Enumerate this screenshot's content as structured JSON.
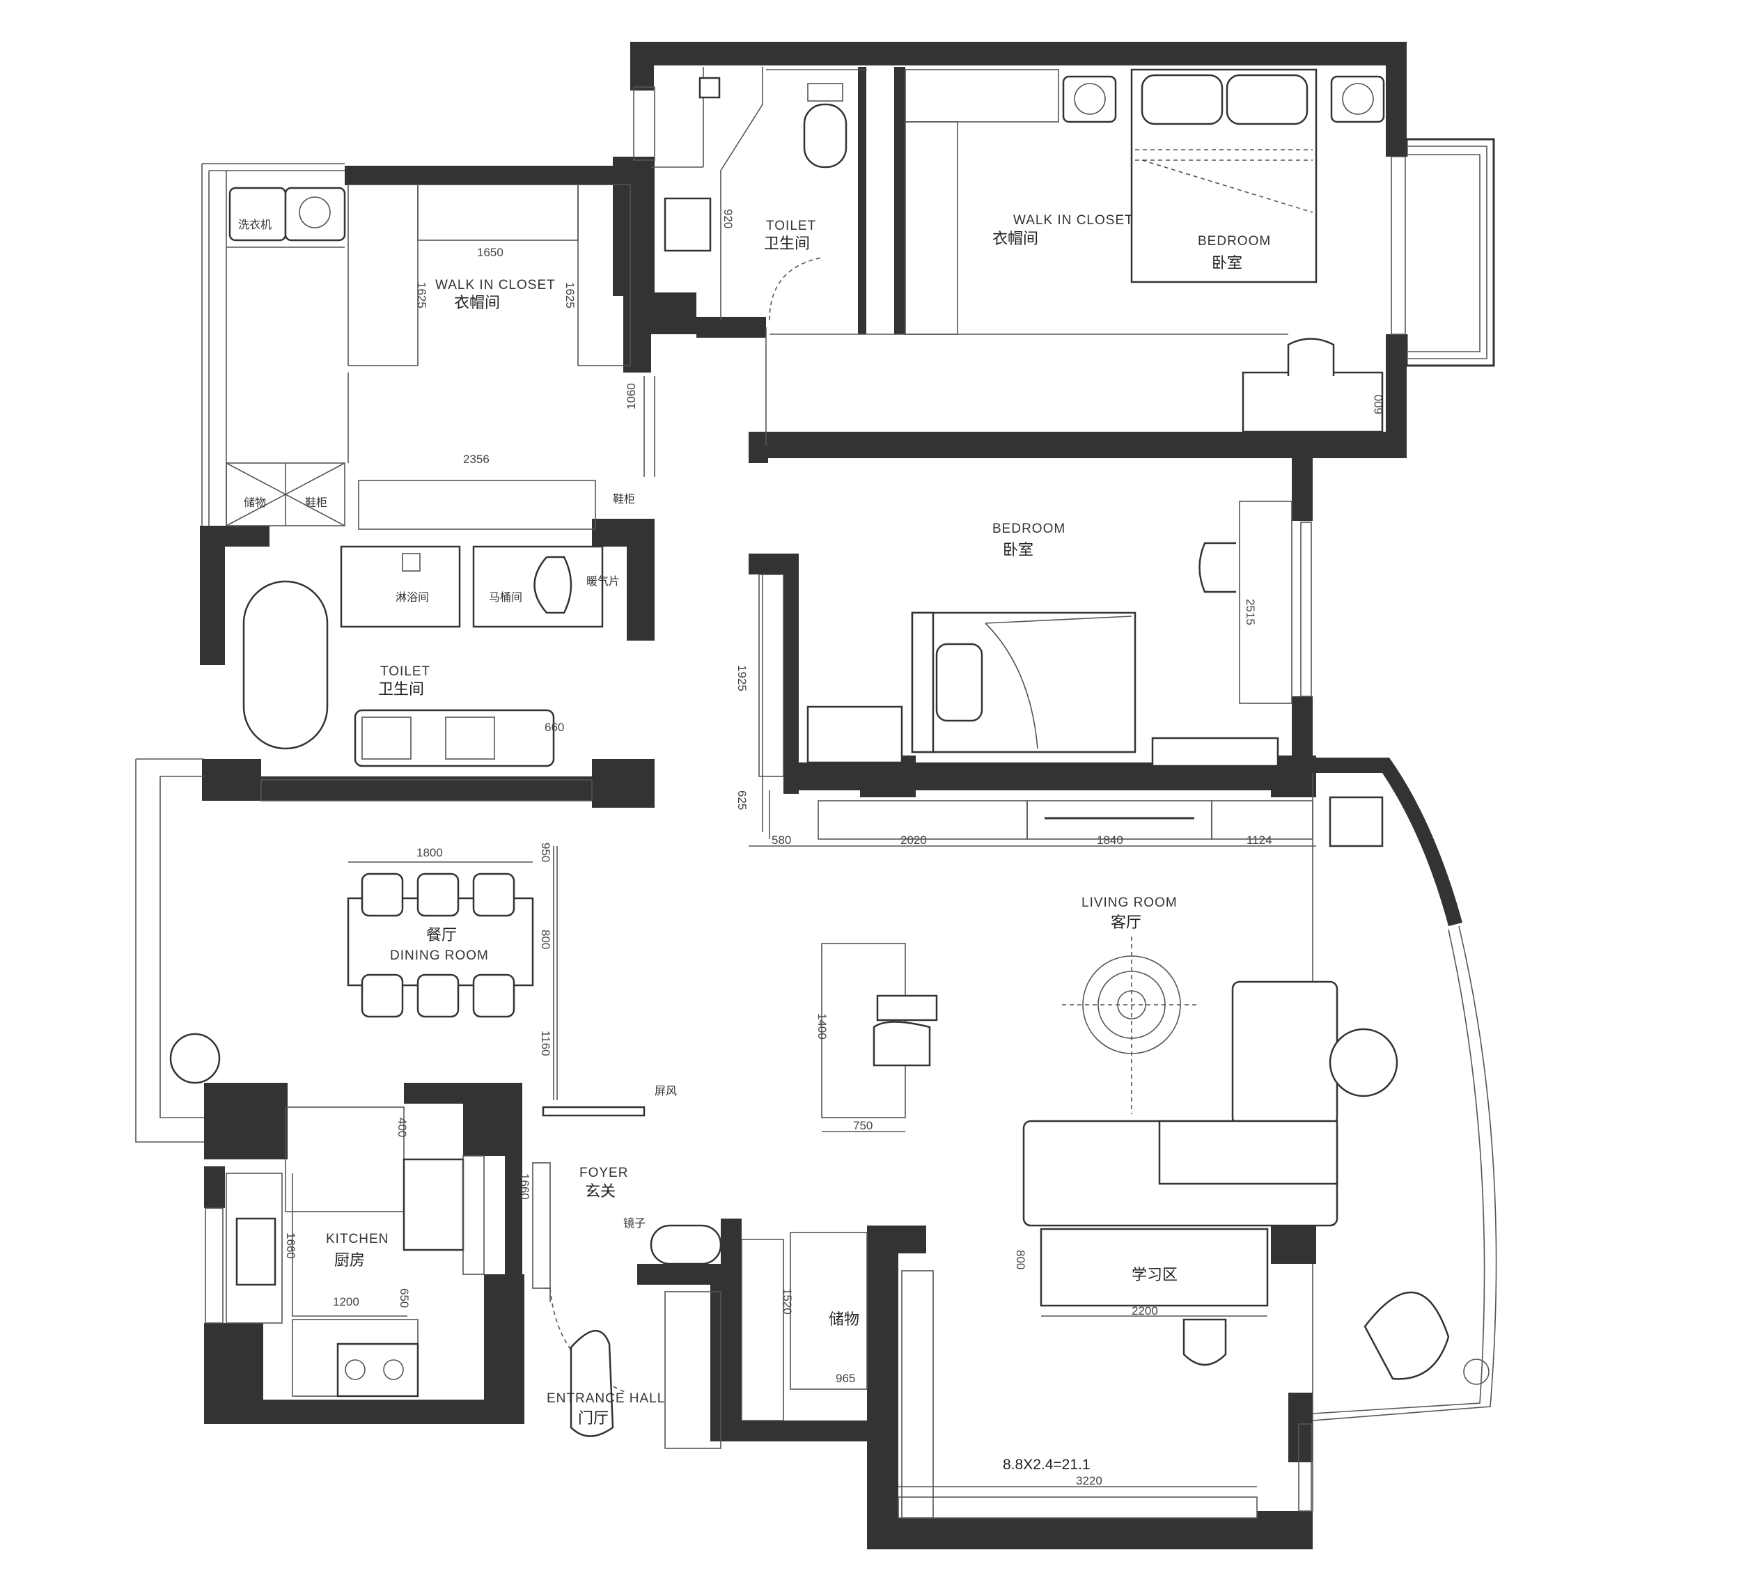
{
  "rooms": {
    "master_closet": {
      "en": "WALK IN CLOSET",
      "cn": "衣帽间"
    },
    "master_toilet": {
      "en": "TOILET",
      "cn": "卫生间"
    },
    "master_bedroom": {
      "en": "BEDROOM",
      "cn": "卧室"
    },
    "left_closet": {
      "en": "WALK IN CLOSET",
      "cn": "衣帽间"
    },
    "left_toilet": {
      "en": "TOILET",
      "cn": "卫生间"
    },
    "second_bedroom": {
      "en": "BEDROOM",
      "cn": "卧室"
    },
    "dining": {
      "en": "DINING  ROOM",
      "cn": "餐厅"
    },
    "living": {
      "en": "LIVING ROOM",
      "cn": "客厅"
    },
    "kitchen": {
      "en": "KITCHEN",
      "cn": "厨房"
    },
    "foyer": {
      "en": "FOYER",
      "cn": "玄关"
    },
    "entrance": {
      "en": "ENTRANCE HALL",
      "cn": "门厅"
    },
    "storage_room": {
      "cn": "储物"
    },
    "study": {
      "cn": "学习区"
    }
  },
  "labels": {
    "washer": "洗衣机",
    "storage": "储物",
    "shoe_cabinet_1": "鞋柜",
    "shoe_cabinet_2": "鞋柜",
    "shower": "淋浴间",
    "wc": "马桶间",
    "radiator": "暖气片",
    "screen": "屏风",
    "mirror": "镜子"
  },
  "dimensions": {
    "d1650": "1650",
    "d1625a": "1625",
    "d1625b": "1625",
    "d920": "920",
    "d1060": "1060",
    "d2356": "2356",
    "d600": "600",
    "d2515": "2515",
    "d1925": "1925",
    "d625": "625",
    "d660": "660",
    "d580": "580",
    "d2020": "2020",
    "d1840": "1840",
    "d1124": "1124",
    "d1800": "1800",
    "d950": "950",
    "d800a": "800",
    "d1160": "1160",
    "d1400": "1400",
    "d750": "750",
    "d400": "400",
    "d1660a": "1660",
    "d1660b": "1660",
    "d1200": "1200",
    "d650": "650",
    "d1520": "1520",
    "d965": "965",
    "d800b": "800",
    "d2200": "2200",
    "d3220": "3220"
  },
  "area_note": "8.8X2.4=21.1"
}
